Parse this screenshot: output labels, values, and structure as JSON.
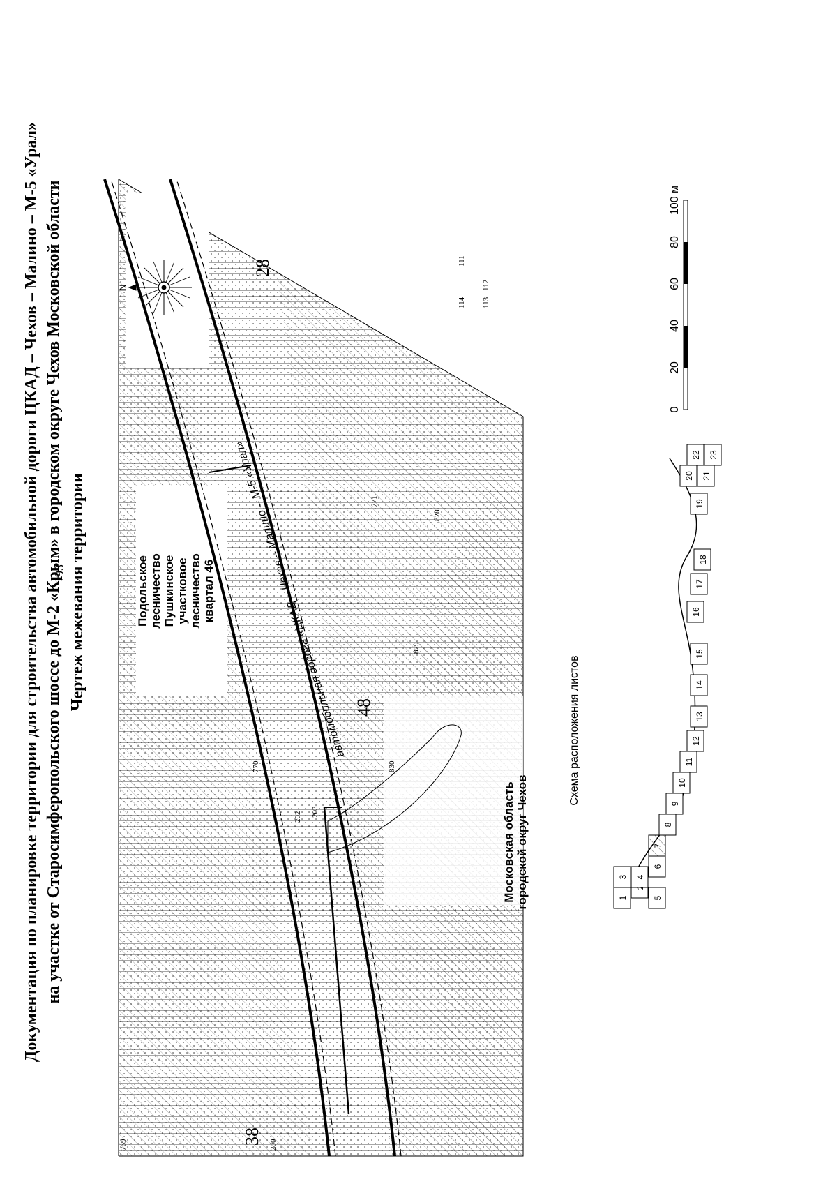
{
  "page_number": "193",
  "title": {
    "line1": "Документация по планировке территории для строительства автомобильной дороги ЦКАД – Чехов – Малино – М-5 «Урал»",
    "line2": "на участке от Старосимферопольского шоссе до М-2 «Крым» в городском округе Чехов Московской области",
    "line3": "Чертеж межевания территории"
  },
  "map": {
    "compass_north": "N",
    "forestry_label": [
      "Подольское",
      "лесничество",
      "Пушкинское",
      "участковое",
      "лесничество",
      "квартал 46"
    ],
    "road_label": "автомобильная дорога «ЦКАД – Чехов – Малино – М-5 «Урал»",
    "region_label": [
      "Московская область",
      "городской округ Чехов"
    ],
    "quarter_numbers": [
      "38",
      "48",
      "28"
    ],
    "point_labels": {
      "p769": "769",
      "p770": "770",
      "p771": "771",
      "p828": "828",
      "p829": "829",
      "p830": "830",
      "p111": "111",
      "p112": "112",
      "p113": "113",
      "p114": "114",
      "p200": "200",
      "p202": "202",
      "p203": "203"
    },
    "scale_bar": {
      "ticks": [
        "0",
        "20",
        "40",
        "60",
        "80",
        "100 м"
      ]
    }
  },
  "sheet_scheme": {
    "title": "Схема расположения листов",
    "sheets": [
      "1",
      "2",
      "3",
      "4",
      "5",
      "6",
      "7",
      "8",
      "9",
      "10",
      "11",
      "12",
      "13",
      "14",
      "15",
      "16",
      "17",
      "18",
      "19",
      "20",
      "21",
      "22",
      "23"
    ]
  }
}
